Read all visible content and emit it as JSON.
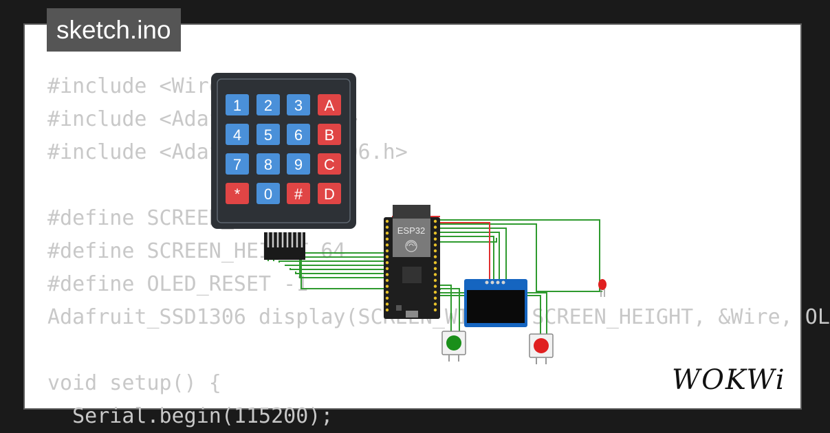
{
  "header": {
    "title": "sketch.ino"
  },
  "code": {
    "lines": [
      "#include <Wire.h>",
      "#include <Adafruit_GFX.h>",
      "#include <Adafruit_SSD1306.h>",
      "",
      "#define SCREEN_WIDTH 128",
      "#define SCREEN_HEIGHT 64",
      "#define OLED_RESET -1",
      "Adafruit_SSD1306 display(SCREEN_WIDTH, SCREEN_HEIGHT, &Wire, OL",
      "",
      "void setup() {",
      "  Serial.begin(115200);"
    ]
  },
  "keypad": {
    "keys": [
      [
        "1",
        "2",
        "3",
        "A"
      ],
      [
        "4",
        "5",
        "6",
        "B"
      ],
      [
        "7",
        "8",
        "9",
        "C"
      ],
      [
        "*",
        "0",
        "#",
        "D"
      ]
    ],
    "colors": {
      "body": "#2d3136",
      "number_key": "#4a90d9",
      "letter_key": "#e04545"
    }
  },
  "esp32": {
    "label": "ESP32"
  },
  "buttons": [
    {
      "color": "#1a8f1a"
    },
    {
      "color": "#e02020"
    }
  ],
  "logo": {
    "text": "WOKWi"
  },
  "colors": {
    "wire": "#2e9a2e",
    "wire_power": "#e03030",
    "background": "#1a1a1a"
  }
}
